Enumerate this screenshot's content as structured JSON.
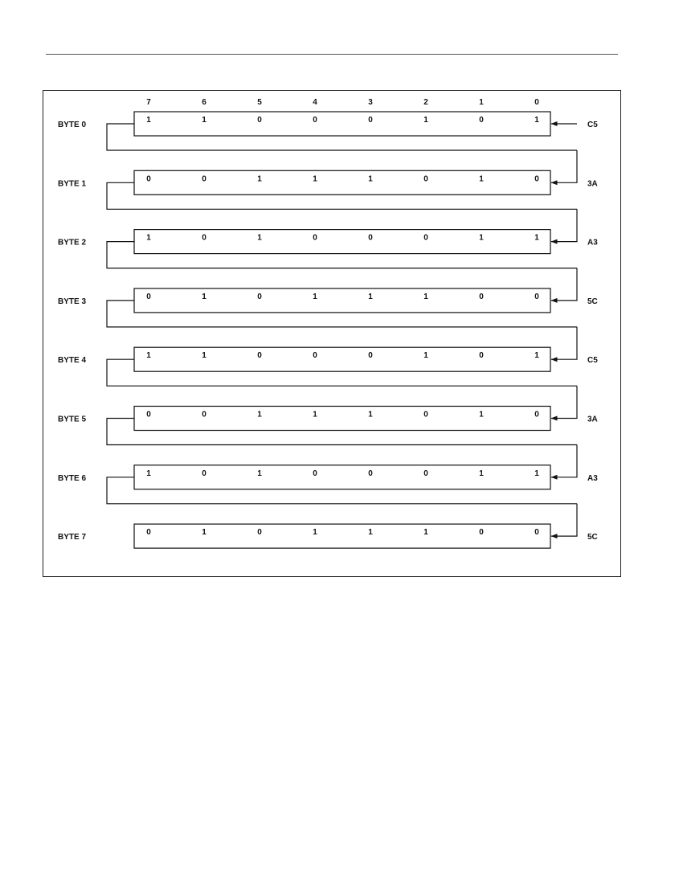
{
  "diagram": {
    "bit_positions": [
      "7",
      "6",
      "5",
      "4",
      "3",
      "2",
      "1",
      "0"
    ],
    "bytes": [
      {
        "label": "BYTE 0",
        "bits": [
          "1",
          "1",
          "0",
          "0",
          "0",
          "1",
          "0",
          "1"
        ],
        "hex": "C5"
      },
      {
        "label": "BYTE 1",
        "bits": [
          "0",
          "0",
          "1",
          "1",
          "1",
          "0",
          "1",
          "0"
        ],
        "hex": "3A"
      },
      {
        "label": "BYTE 2",
        "bits": [
          "1",
          "0",
          "1",
          "0",
          "0",
          "0",
          "1",
          "1"
        ],
        "hex": "A3"
      },
      {
        "label": "BYTE 3",
        "bits": [
          "0",
          "1",
          "0",
          "1",
          "1",
          "1",
          "0",
          "0"
        ],
        "hex": "5C"
      },
      {
        "label": "BYTE 4",
        "bits": [
          "1",
          "1",
          "0",
          "0",
          "0",
          "1",
          "0",
          "1"
        ],
        "hex": "C5"
      },
      {
        "label": "BYTE 5",
        "bits": [
          "0",
          "0",
          "1",
          "1",
          "1",
          "0",
          "1",
          "0"
        ],
        "hex": "3A"
      },
      {
        "label": "BYTE 6",
        "bits": [
          "1",
          "0",
          "1",
          "0",
          "0",
          "0",
          "1",
          "1"
        ],
        "hex": "A3"
      },
      {
        "label": "BYTE 7",
        "bits": [
          "0",
          "1",
          "0",
          "1",
          "1",
          "1",
          "0",
          "0"
        ],
        "hex": "5C"
      }
    ]
  }
}
